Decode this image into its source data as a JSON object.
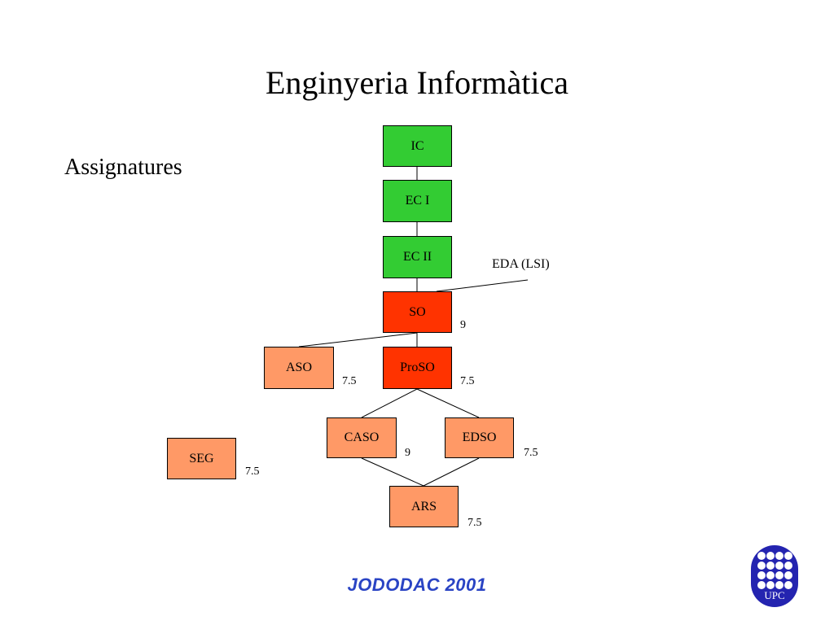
{
  "title": "Enginyeria Informàtica",
  "subtitle": "Assignatures",
  "nodes": {
    "ic": "IC",
    "ec1": "EC I",
    "ec2": "EC II",
    "so": "SO",
    "aso": "ASO",
    "proso": "ProSO",
    "caso": "CASO",
    "edso": "EDSO",
    "seg": "SEG",
    "ars": "ARS"
  },
  "credits": {
    "so": "9",
    "aso": "7.5",
    "proso": "7.5",
    "caso": "9",
    "edso": "7.5",
    "seg": "7.5",
    "ars": "7.5"
  },
  "external_prerequisite": "EDA (LSI)",
  "footer": "JODODAC 2001",
  "logo_text": "UPC",
  "colors": {
    "required": "#33cc33",
    "core": "#ff3300",
    "elective": "#ff9966",
    "footer": "#2a44c4",
    "logo": "#2424b0"
  }
}
